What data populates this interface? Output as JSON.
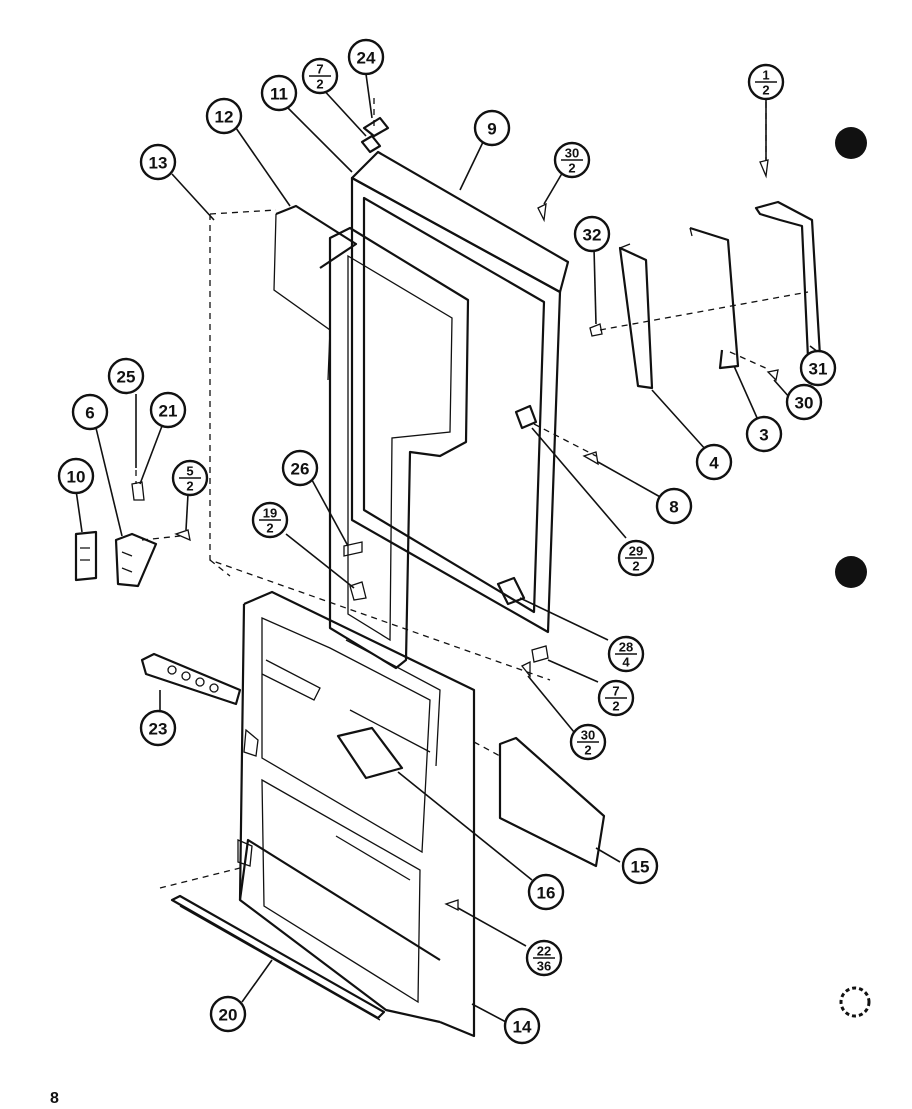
{
  "page_number": "8",
  "callouts": [
    {
      "id": "24",
      "label": "24"
    },
    {
      "id": "7-2-top",
      "num": "7",
      "den": "2"
    },
    {
      "id": "11",
      "label": "11"
    },
    {
      "id": "9",
      "label": "9"
    },
    {
      "id": "12",
      "label": "12"
    },
    {
      "id": "13",
      "label": "13"
    },
    {
      "id": "30-2-top",
      "num": "30",
      "den": "2"
    },
    {
      "id": "1-2",
      "num": "1",
      "den": "2"
    },
    {
      "id": "32",
      "label": "32"
    },
    {
      "id": "31",
      "label": "31"
    },
    {
      "id": "30",
      "label": "30"
    },
    {
      "id": "3",
      "label": "3"
    },
    {
      "id": "4",
      "label": "4"
    },
    {
      "id": "8",
      "label": "8"
    },
    {
      "id": "29-2",
      "num": "29",
      "den": "2"
    },
    {
      "id": "25",
      "label": "25"
    },
    {
      "id": "21",
      "label": "21"
    },
    {
      "id": "6",
      "label": "6"
    },
    {
      "id": "10",
      "label": "10"
    },
    {
      "id": "5-2",
      "num": "5",
      "den": "2"
    },
    {
      "id": "26",
      "label": "26"
    },
    {
      "id": "19-2",
      "num": "19",
      "den": "2"
    },
    {
      "id": "28-4",
      "num": "28",
      "den": "4"
    },
    {
      "id": "7-2-bottom",
      "num": "7",
      "den": "2"
    },
    {
      "id": "30-2-bottom",
      "num": "30",
      "den": "2"
    },
    {
      "id": "23",
      "label": "23"
    },
    {
      "id": "15",
      "label": "15"
    },
    {
      "id": "16",
      "label": "16"
    },
    {
      "id": "22-36",
      "num": "22",
      "den": "36"
    },
    {
      "id": "20",
      "label": "20"
    },
    {
      "id": "14",
      "label": "14"
    }
  ]
}
